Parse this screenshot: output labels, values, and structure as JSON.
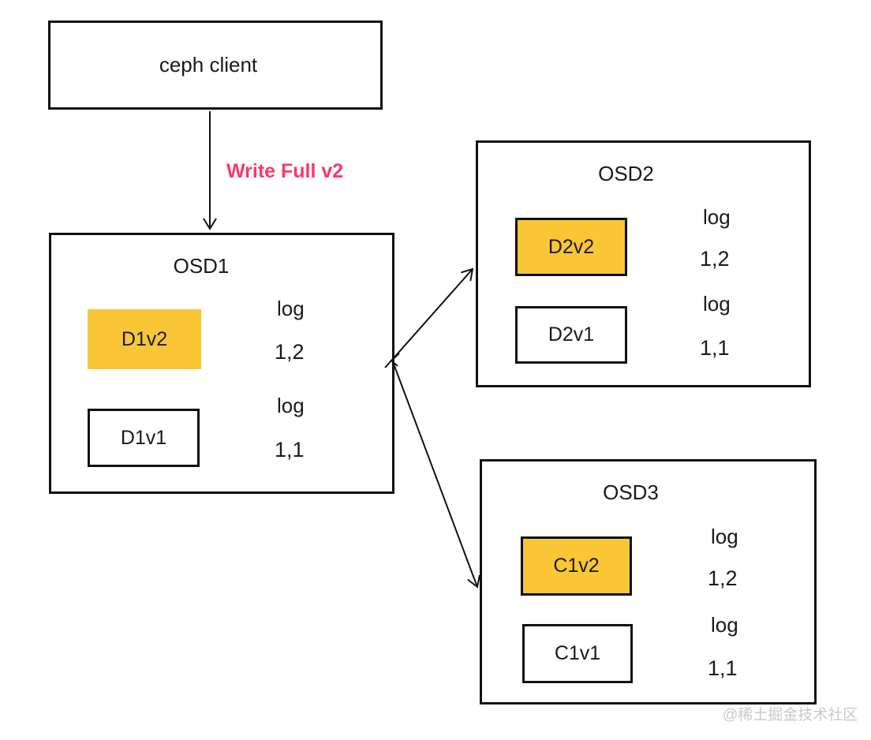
{
  "colors": {
    "highlight_yellow": "#F9C636",
    "label_pink": "#FB3670",
    "line_black": "#111111",
    "watermark_gray": "#C9C9C9"
  },
  "client_box": {
    "label": "ceph client"
  },
  "write_arrow": {
    "label": "Write Full v2"
  },
  "osds": [
    {
      "title": "OSD1",
      "objects": [
        {
          "label": "D1v2",
          "highlighted": true
        },
        {
          "label": "D1v1",
          "highlighted": false
        }
      ],
      "logs": [
        {
          "label": "log",
          "value": "1,2"
        },
        {
          "label": "log",
          "value": "1,1"
        }
      ]
    },
    {
      "title": "OSD2",
      "objects": [
        {
          "label": "D2v2",
          "highlighted": true
        },
        {
          "label": "D2v1",
          "highlighted": false
        }
      ],
      "logs": [
        {
          "label": "log",
          "value": "1,2"
        },
        {
          "label": "log",
          "value": "1,1"
        }
      ]
    },
    {
      "title": "OSD3",
      "objects": [
        {
          "label": "C1v2",
          "highlighted": true
        },
        {
          "label": "C1v1",
          "highlighted": false
        }
      ],
      "logs": [
        {
          "label": "log",
          "value": "1,2"
        },
        {
          "label": "log",
          "value": "1,1"
        }
      ]
    }
  ],
  "watermark": {
    "text": "@稀土掘金技术社区"
  }
}
